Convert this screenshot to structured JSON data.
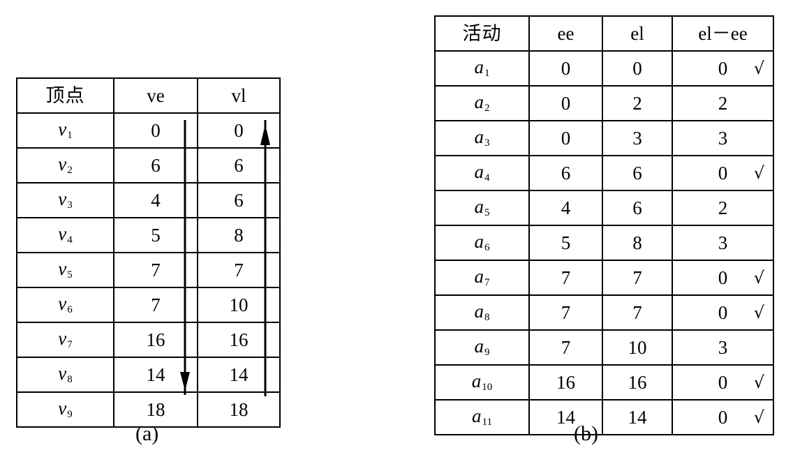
{
  "figure_a": {
    "caption": "(a)",
    "headers": [
      "顶点",
      "ve",
      "vl"
    ],
    "rows": [
      {
        "vertex": "v",
        "sub": "1",
        "ve": "0",
        "vl": "0"
      },
      {
        "vertex": "v",
        "sub": "2",
        "ve": "6",
        "vl": "6"
      },
      {
        "vertex": "v",
        "sub": "3",
        "ve": "4",
        "vl": "6"
      },
      {
        "vertex": "v",
        "sub": "4",
        "ve": "5",
        "vl": "8"
      },
      {
        "vertex": "v",
        "sub": "5",
        "ve": "7",
        "vl": "7"
      },
      {
        "vertex": "v",
        "sub": "6",
        "ve": "7",
        "vl": "10"
      },
      {
        "vertex": "v",
        "sub": "7",
        "ve": "16",
        "vl": "16"
      },
      {
        "vertex": "v",
        "sub": "8",
        "ve": "14",
        "vl": "14"
      },
      {
        "vertex": "v",
        "sub": "9",
        "ve": "18",
        "vl": "18"
      }
    ],
    "annotations": [
      {
        "name": "ve-direction-arrow",
        "direction": "down",
        "column": "ve"
      },
      {
        "name": "vl-direction-arrow",
        "direction": "up",
        "column": "vl"
      }
    ]
  },
  "figure_b": {
    "caption": "(b)",
    "headers": [
      "活动",
      "ee",
      "el",
      "el－ee"
    ],
    "check_glyph": "√",
    "rows": [
      {
        "activity": "a",
        "sub": "1",
        "ee": "0",
        "el": "0",
        "diff": "0",
        "check": true
      },
      {
        "activity": "a",
        "sub": "2",
        "ee": "0",
        "el": "2",
        "diff": "2",
        "check": false
      },
      {
        "activity": "a",
        "sub": "3",
        "ee": "0",
        "el": "3",
        "diff": "3",
        "check": false
      },
      {
        "activity": "a",
        "sub": "4",
        "ee": "6",
        "el": "6",
        "diff": "0",
        "check": true
      },
      {
        "activity": "a",
        "sub": "5",
        "ee": "4",
        "el": "6",
        "diff": "2",
        "check": false
      },
      {
        "activity": "a",
        "sub": "6",
        "ee": "5",
        "el": "8",
        "diff": "3",
        "check": false
      },
      {
        "activity": "a",
        "sub": "7",
        "ee": "7",
        "el": "7",
        "diff": "0",
        "check": true
      },
      {
        "activity": "a",
        "sub": "8",
        "ee": "7",
        "el": "7",
        "diff": "0",
        "check": true
      },
      {
        "activity": "a",
        "sub": "9",
        "ee": "7",
        "el": "10",
        "diff": "3",
        "check": false
      },
      {
        "activity": "a",
        "sub": "10",
        "ee": "16",
        "el": "16",
        "diff": "0",
        "check": true
      },
      {
        "activity": "a",
        "sub": "11",
        "ee": "14",
        "el": "14",
        "diff": "0",
        "check": true
      }
    ]
  },
  "colors": {
    "ink": "#000000",
    "paper": "#ffffff"
  }
}
